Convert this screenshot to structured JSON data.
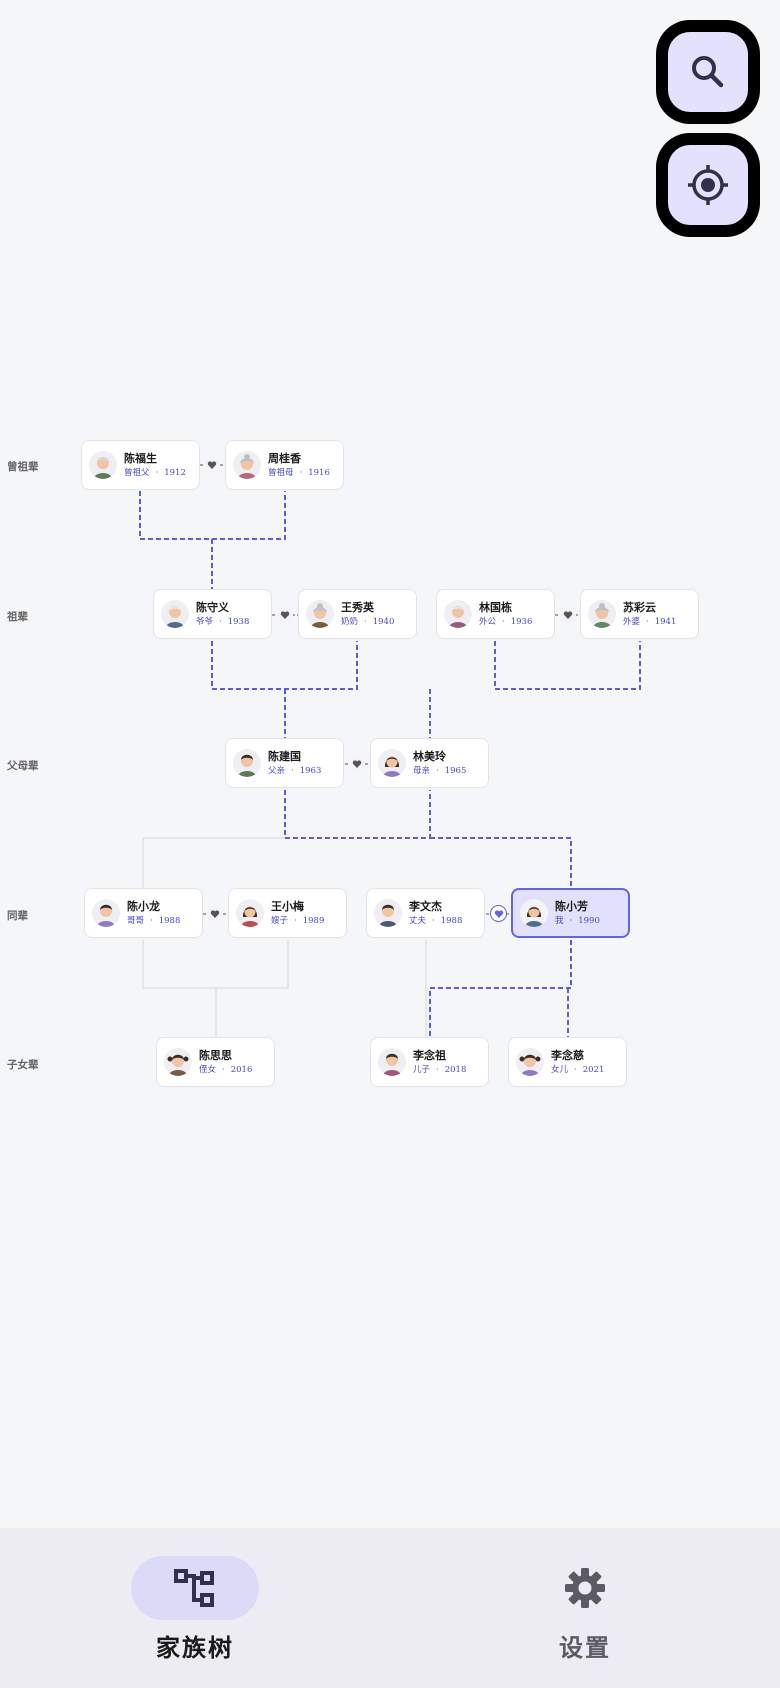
{
  "colors": {
    "accent": "#6466d8",
    "card_highlight_bg": "#e2e1fb",
    "relation_text": "#4749c9",
    "background": "#f5f6f8"
  },
  "fabs": {
    "search_icon": "search-icon",
    "locate_icon": "crosshair-icon"
  },
  "generations": [
    "曾祖辈",
    "祖辈",
    "父母辈",
    "同辈",
    "子女辈"
  ],
  "people": {
    "p1": {
      "name": "陈福生",
      "relation": "曾祖父",
      "year": "1912"
    },
    "p2": {
      "name": "周桂香",
      "relation": "曾祖母",
      "year": "1916"
    },
    "p3": {
      "name": "陈守义",
      "relation": "爷爷",
      "year": "1938"
    },
    "p4": {
      "name": "王秀英",
      "relation": "奶奶",
      "year": "1940"
    },
    "p5": {
      "name": "林国栋",
      "relation": "外公",
      "year": "1936"
    },
    "p6": {
      "name": "苏彩云",
      "relation": "外婆",
      "year": "1941"
    },
    "p7": {
      "name": "陈建国",
      "relation": "父亲",
      "year": "1963"
    },
    "p8": {
      "name": "林美玲",
      "relation": "母亲",
      "year": "1965"
    },
    "p9": {
      "name": "陈小龙",
      "relation": "哥哥",
      "year": "1988"
    },
    "p10": {
      "name": "王小梅",
      "relation": "嫂子",
      "year": "1989"
    },
    "p11": {
      "name": "李文杰",
      "relation": "丈夫",
      "year": "1988"
    },
    "p12": {
      "name": "陈小芳",
      "relation": "我",
      "year": "1990"
    },
    "p13": {
      "name": "陈思思",
      "relation": "侄女",
      "year": "2016"
    },
    "p14": {
      "name": "李念祖",
      "relation": "儿子",
      "year": "2018"
    },
    "p15": {
      "name": "李念慈",
      "relation": "女儿",
      "year": "2021"
    }
  },
  "separator": "·",
  "nav": {
    "family_tree": {
      "label": "家族树",
      "icon": "family-tree-icon",
      "active": true
    },
    "settings": {
      "label": "设置",
      "icon": "gear-icon",
      "active": false
    }
  }
}
